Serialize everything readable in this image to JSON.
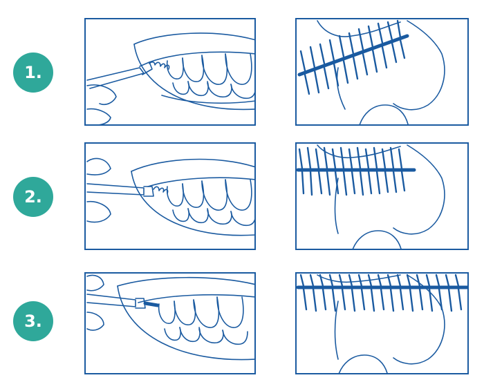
{
  "steps": [
    {
      "label": "1.",
      "left_panel": "mouth-side-view",
      "right_panel": "interdental-close-up"
    },
    {
      "label": "2.",
      "left_panel": "mouth-side-view",
      "right_panel": "interdental-close-up"
    },
    {
      "label": "3.",
      "left_panel": "mouth-side-view",
      "right_panel": "interdental-close-up"
    }
  ],
  "colors": {
    "line": "#1a5aa0",
    "badge": "#2fa89a",
    "badge_text": "#ffffff"
  }
}
